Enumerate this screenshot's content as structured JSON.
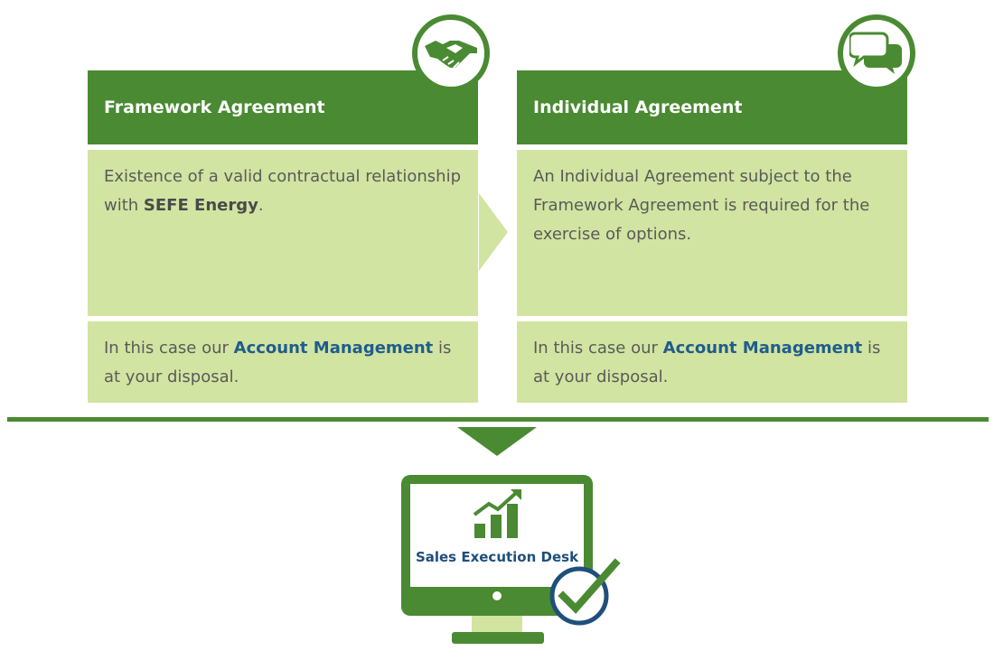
{
  "left_card": {
    "title": "Framework Agreement",
    "body_prefix": "Existence of a valid contractual relationship with ",
    "body_strong": "SEFE Energy",
    "body_suffix": ".",
    "note_prefix": "In this case our ",
    "note_link": "Account Management",
    "note_suffix": " is at your disposal.",
    "icon": "handshake-icon"
  },
  "right_card": {
    "title": "Individual Agreement",
    "body": "An Individual Agreement subject to the Framework Agreement is required for the exercise of options.",
    "note_prefix": "In this case our ",
    "note_link": "Account Management",
    "note_suffix": " is at your disposal.",
    "icon": "chat-bubbles-icon"
  },
  "desk": {
    "label": "Sales Execution Desk",
    "icons": [
      "bar-chart-growth-icon",
      "checkmark-icon",
      "monitor-icon"
    ]
  },
  "colors": {
    "dark_green": "#4a8a32",
    "light_green": "#d2e4a1",
    "link_blue": "#1f5d8c",
    "label_navy": "#1f4f7a"
  }
}
